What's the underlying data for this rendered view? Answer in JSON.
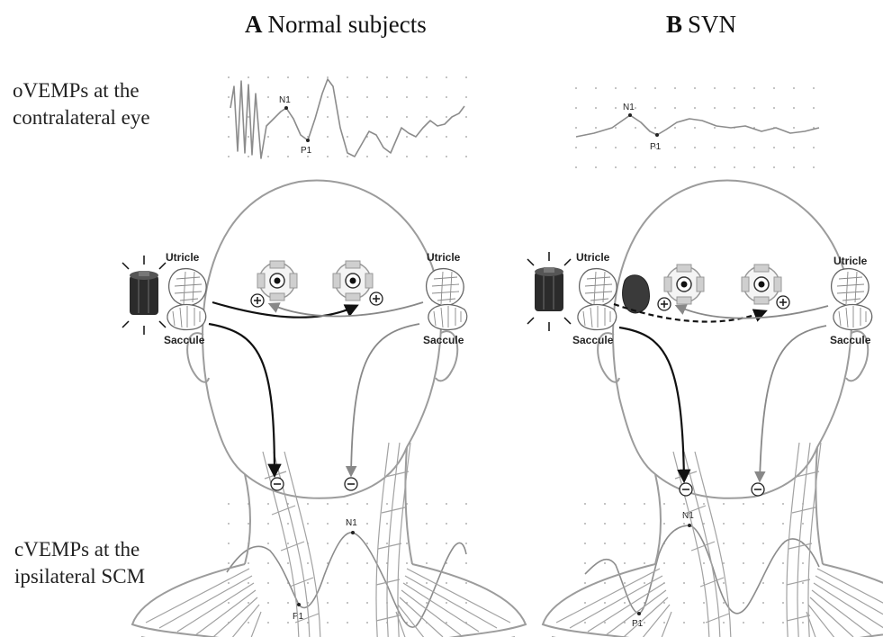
{
  "panels": [
    {
      "letter": "A",
      "title": "Normal subjects"
    },
    {
      "letter": "B",
      "title": "SVN"
    }
  ],
  "row_labels": {
    "ovemp": [
      "oVEMPs at the",
      "contralateral eye"
    ],
    "cvemp": [
      "cVEMPs at the",
      "ipsilateral SCM"
    ]
  },
  "organs": {
    "utricle": "Utricle",
    "saccule": "Saccule"
  },
  "peaks": {
    "n1": "N1",
    "p1": "P1"
  },
  "signs": {
    "plus": "+",
    "minus": "−"
  },
  "icons": [
    "bone-vibrator-icon",
    "eye-electrode-icon",
    "utricle-icon",
    "saccule-icon",
    "lesion-icon"
  ],
  "colors": {
    "trace": "#8c8c8c",
    "pathway": "#111111",
    "outline": "#9c9c9c",
    "lesion": "#3a3a3a"
  }
}
